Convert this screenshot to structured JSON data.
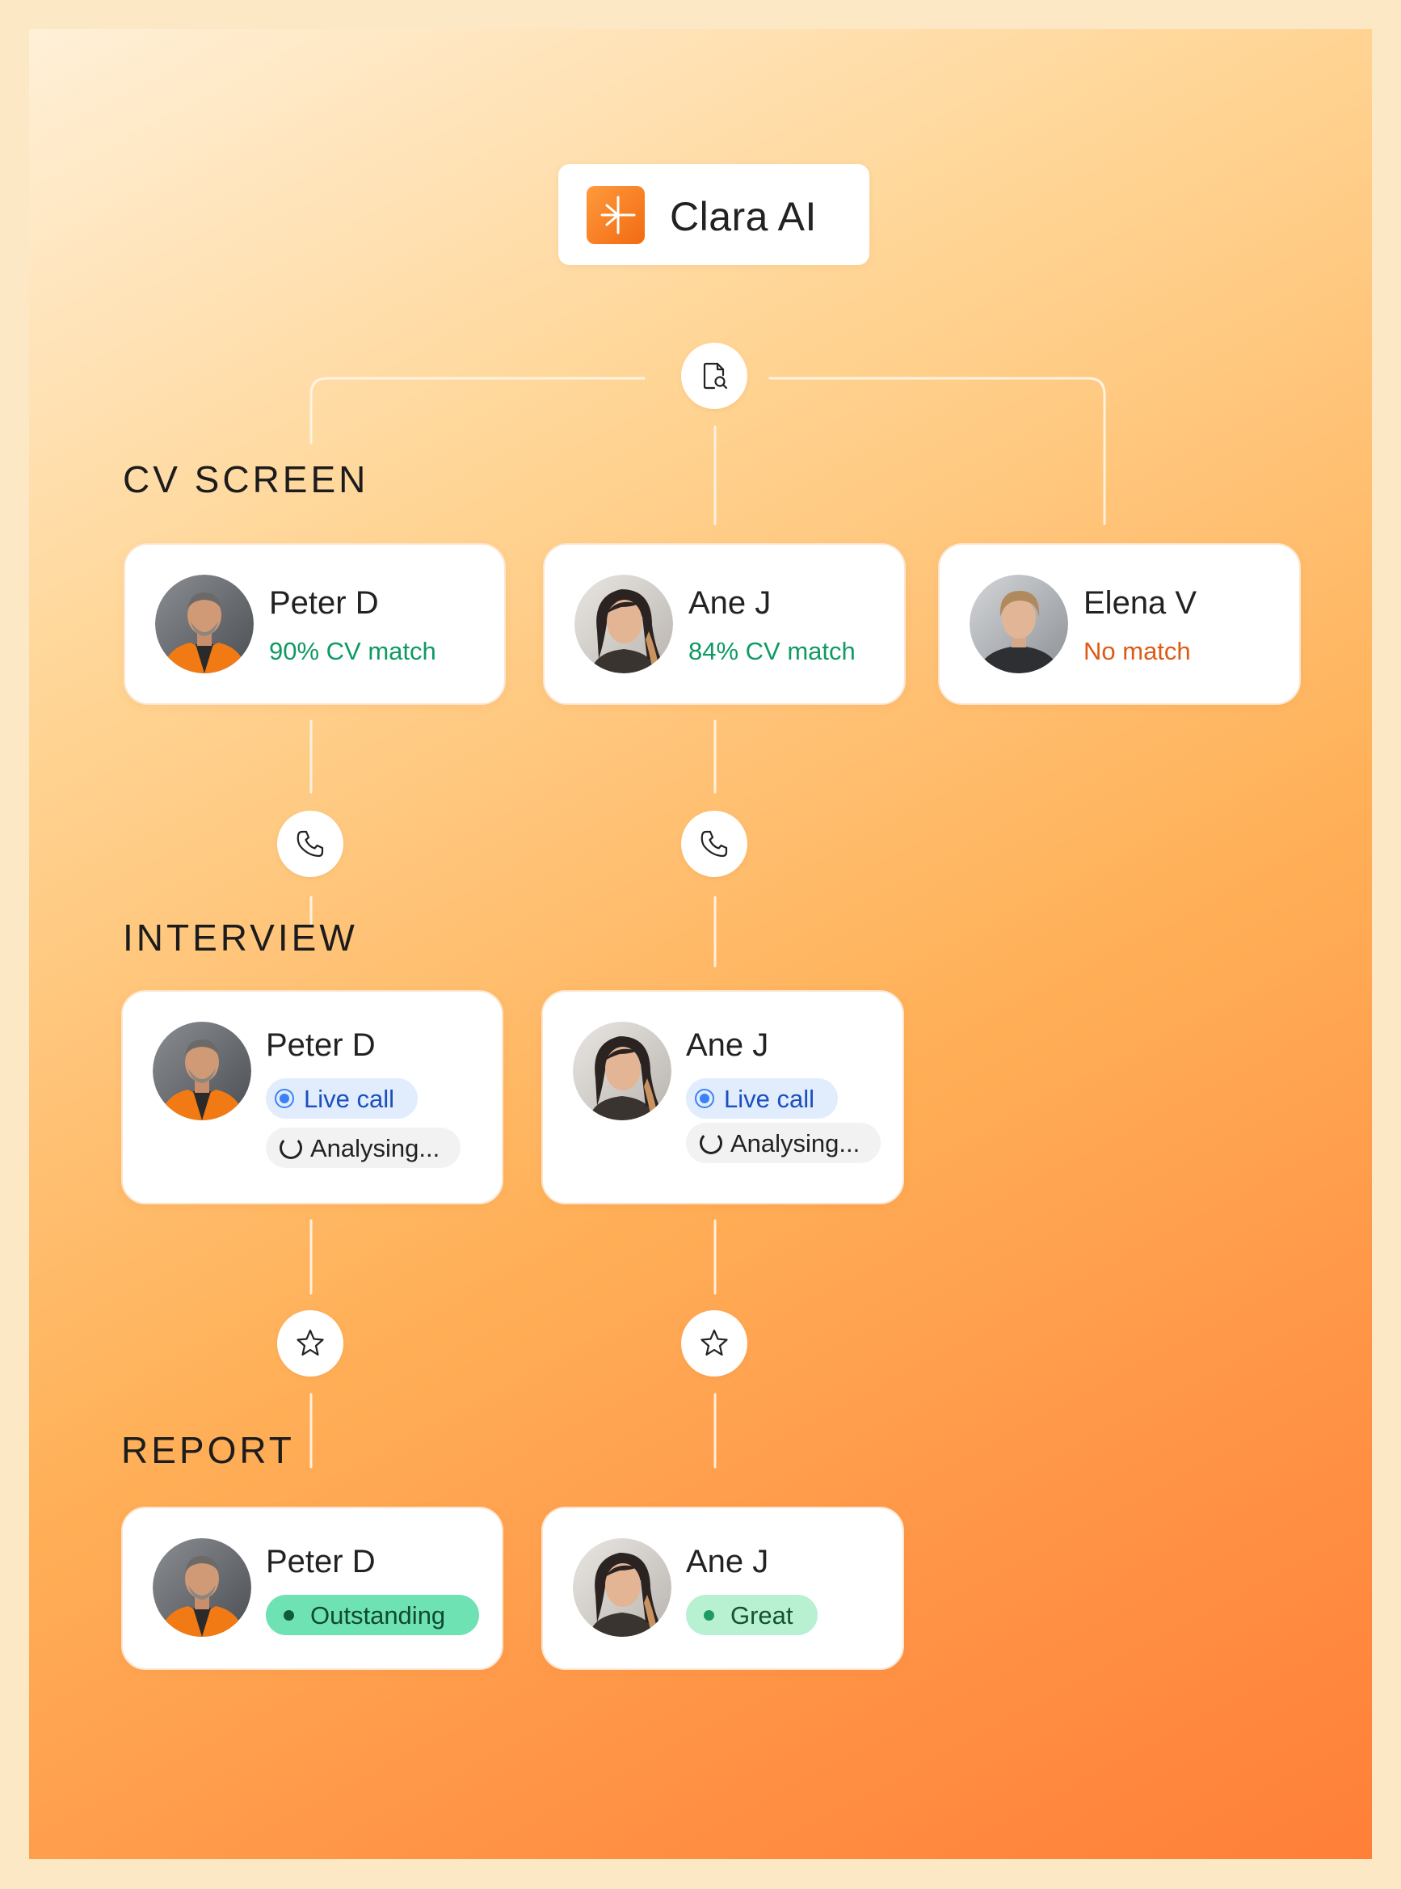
{
  "app": {
    "name": "Clara AI",
    "accent": "#f57a1f",
    "logo_icon": "sparkle-asterisk-icon"
  },
  "icons": {
    "cv_node": "document-search-icon",
    "interview_node": "phone-icon",
    "report_node": "star-icon"
  },
  "sections": {
    "cv": "CV SCREEN",
    "interview": "INTERVIEW",
    "report": "REPORT"
  },
  "cv_screen": [
    {
      "name": "Peter D",
      "status": "90% CV match",
      "status_color": "#0f9a62"
    },
    {
      "name": "Ane J",
      "status": "84% CV match",
      "status_color": "#0f9a62"
    },
    {
      "name": "Elena V",
      "status": "No match",
      "status_color": "#dd5a14"
    }
  ],
  "interview": [
    {
      "name": "Peter D",
      "live": "Live call",
      "analysing": "Analysing..."
    },
    {
      "name": "Ane J",
      "live": "Live call",
      "analysing": "Analysing..."
    }
  ],
  "report": [
    {
      "name": "Peter D",
      "rating": "Outstanding"
    },
    {
      "name": "Ane J",
      "rating": "Great"
    }
  ]
}
